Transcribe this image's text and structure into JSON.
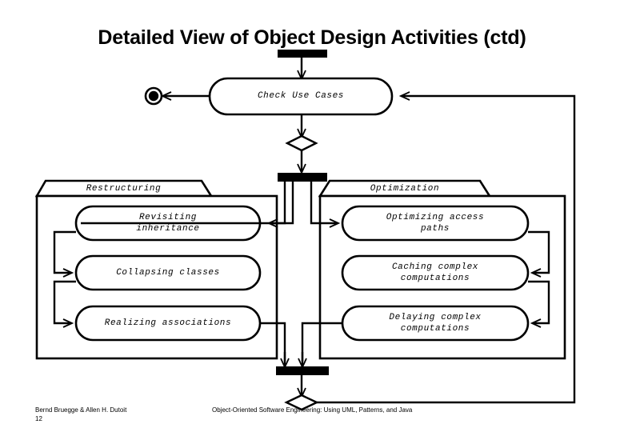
{
  "slide": {
    "title": "Detailed View of Object Design Activities (ctd)",
    "page_number": "12"
  },
  "footer": {
    "authors": "Bernd Bruegge & Allen H. Dutoit",
    "book": "Object-Oriented Software Engineering: Using UML, Patterns, and Java"
  },
  "diagram": {
    "type": "uml-activity-diagram",
    "start_activity": {
      "label": "Check Use Cases"
    },
    "final_state": {
      "label": "final-state"
    },
    "packages": [
      {
        "name": "Restructuring",
        "activities": [
          {
            "label": "Revisiting\ninheritance",
            "line1": "Revisiting",
            "line2": "inheritance"
          },
          {
            "label": "Collapsing classes",
            "line1": "Collapsing classes",
            "line2": ""
          },
          {
            "label": "Realizing associations",
            "line1": "Realizing associations",
            "line2": ""
          }
        ]
      },
      {
        "name": "Optimization",
        "activities": [
          {
            "label": "Optimizing access\npaths",
            "line1": "Optimizing access",
            "line2": "paths"
          },
          {
            "label": "Caching complex\ncomputations",
            "line1": "Caching complex",
            "line2": "computations"
          },
          {
            "label": "Delaying complex\ncomputations",
            "line1": "Delaying complex",
            "line2": "computations"
          }
        ]
      }
    ],
    "control_nodes": [
      {
        "kind": "synchronization-bar",
        "name": "top-fork-bar"
      },
      {
        "kind": "decision",
        "name": "top-decision-diamond"
      },
      {
        "kind": "synchronization-bar",
        "name": "mid-fork-bar"
      },
      {
        "kind": "synchronization-bar",
        "name": "bottom-join-bar"
      },
      {
        "kind": "decision",
        "name": "bottom-decision-diamond"
      }
    ],
    "colors": {
      "stroke": "#000000",
      "fill": "#ffffff",
      "text": "#000000"
    }
  }
}
